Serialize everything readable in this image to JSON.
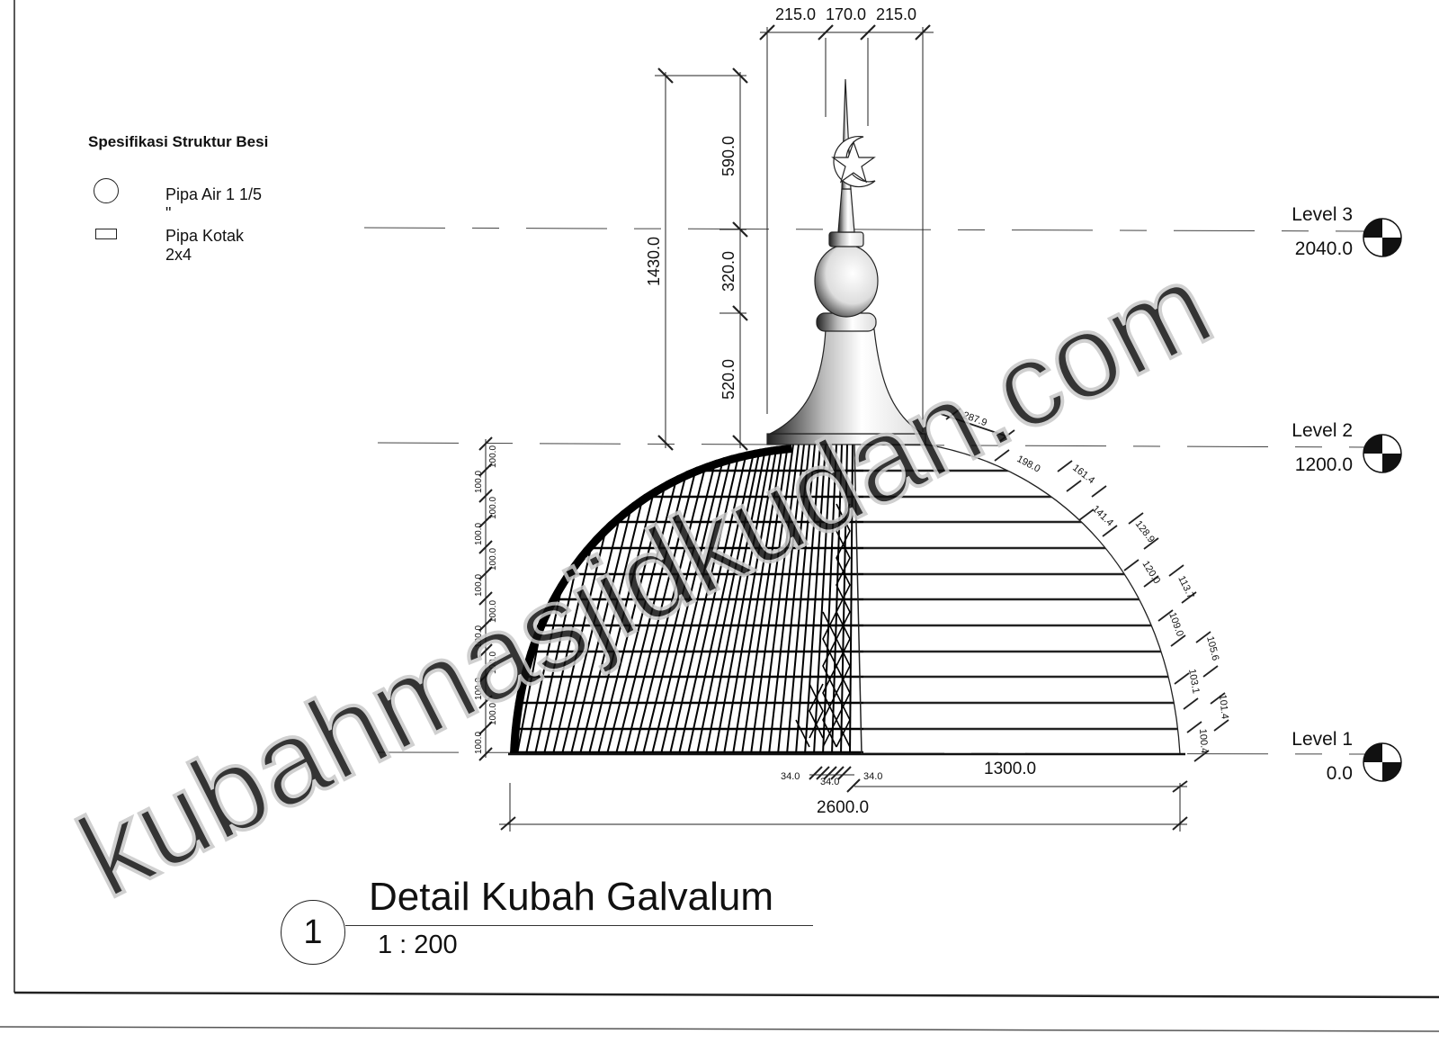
{
  "drawing": {
    "title": "Detail Kubah Galvalum",
    "scale": "1 : 200",
    "view_number": "1",
    "watermark": "kubahmasjidkudan.com"
  },
  "legend": {
    "title": "Spesifikasi Struktur Besi",
    "items": [
      {
        "symbol": "circle-icon",
        "label": "Pipa Air 1 1/5 \""
      },
      {
        "symbol": "rectangle-icon",
        "label": "Pipa Kotak 2x4"
      }
    ]
  },
  "levels": [
    {
      "name": "Level 3",
      "elevation": "2040.0"
    },
    {
      "name": "Level 2",
      "elevation": "1200.0"
    },
    {
      "name": "Level 1",
      "elevation": "0.0"
    }
  ],
  "dimensions": {
    "top_widths": [
      "215.0",
      "170.0",
      "215.0"
    ],
    "total_crown_height": "1430.0",
    "crown_segments": [
      "590.0",
      "320.0",
      "520.0"
    ],
    "left_ring_spacing": [
      "100.0",
      "100.0",
      "100.0",
      "100.0",
      "100.0",
      "100.0",
      "100.0",
      "100.0",
      "100.0",
      "100.0",
      "100.0",
      "100.0"
    ],
    "arc_segments": [
      "287.9",
      "198.0",
      "161.4",
      "141.4",
      "128.9",
      "120.0",
      "113.7",
      "109.0",
      "105.6",
      "103.1",
      "101.4",
      "100.4"
    ],
    "bottom_small": [
      "34.0",
      "34.0",
      "34.0"
    ],
    "radius": "1300.0",
    "diameter": "2600.0"
  },
  "colors": {
    "ink": "#111111",
    "paper": "#ffffff",
    "watermark": "#d9d9d9"
  }
}
